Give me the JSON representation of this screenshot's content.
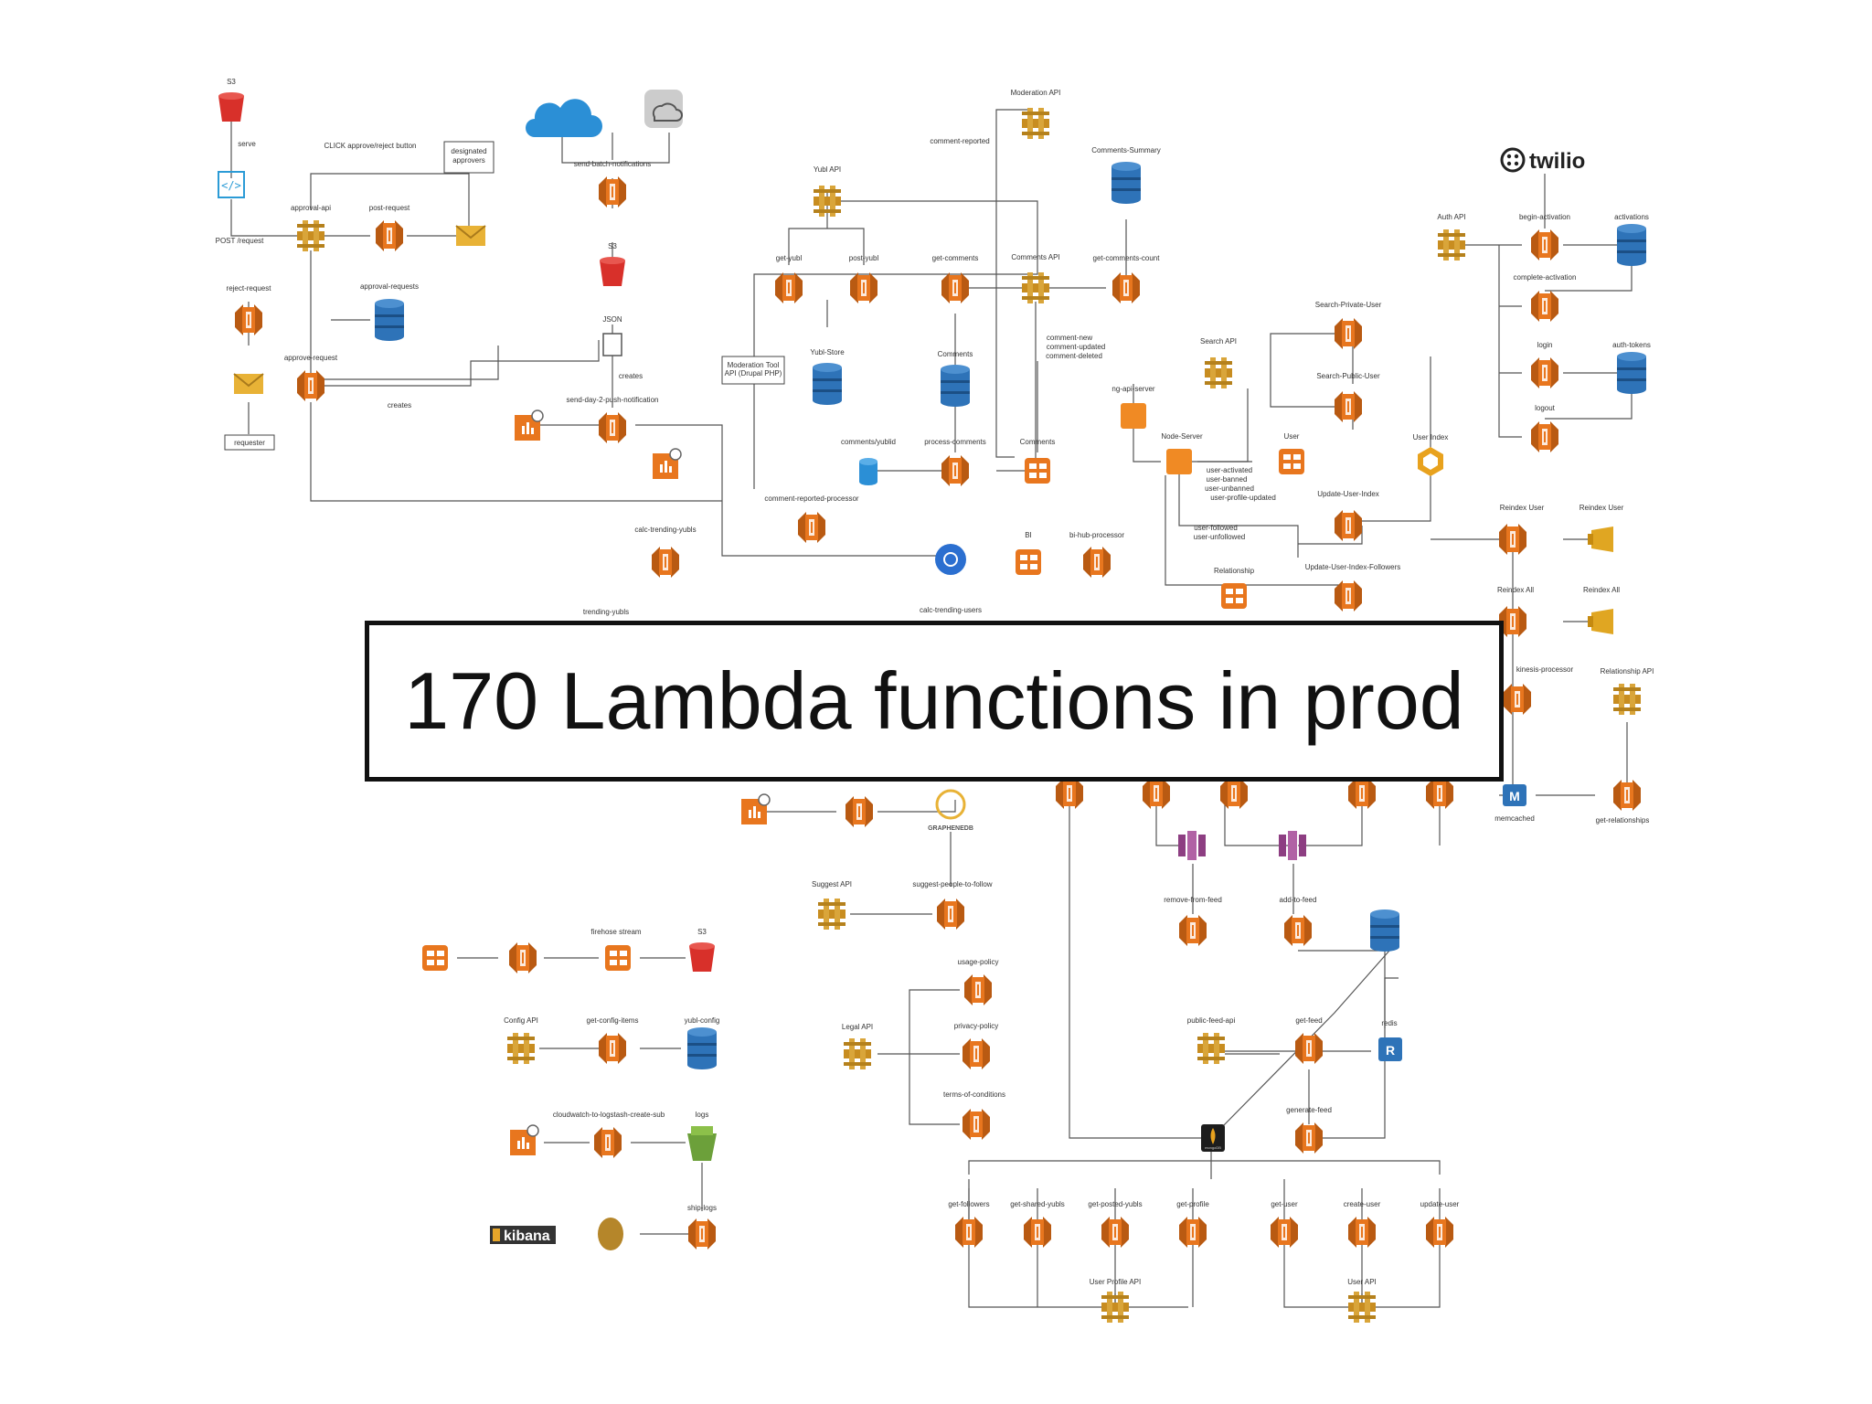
{
  "overlay": {
    "caption": "170 Lambda functions in prod"
  },
  "brands": {
    "twilio": "twilio",
    "kibana": "kibana",
    "graphene": "GRAPHENEDB",
    "mongodb": "mongoDB"
  },
  "colors": {
    "lambda": "#e8761e",
    "gateway": "#d39b2a",
    "dynamo": "#2e73b8",
    "s3": "#d8302a",
    "kinesis": "#a34f94",
    "cloud": "#2b8fd6",
    "events": "#e8761e"
  },
  "labels": [
    {
      "id": "s3-top",
      "text": "S3"
    },
    {
      "id": "serve",
      "text": "serve"
    },
    {
      "id": "click-approve",
      "text": "CLICK approve/reject button"
    },
    {
      "id": "designated",
      "text": "designated"
    },
    {
      "id": "approvers",
      "text": "approvers"
    },
    {
      "id": "approval-api",
      "text": "approval-api"
    },
    {
      "id": "post-request",
      "text": "post-request"
    },
    {
      "id": "post-request-method",
      "text": "POST /request"
    },
    {
      "id": "reject-request",
      "text": "reject-request"
    },
    {
      "id": "approval-requests",
      "text": "approval-requests"
    },
    {
      "id": "approve-request",
      "text": "approve-request"
    },
    {
      "id": "creates-1",
      "text": "creates"
    },
    {
      "id": "requester",
      "text": "requester"
    },
    {
      "id": "send-batch",
      "text": "send-batch-notifications"
    },
    {
      "id": "s3-mid",
      "text": "S3"
    },
    {
      "id": "json",
      "text": "JSON"
    },
    {
      "id": "creates-2",
      "text": "creates"
    },
    {
      "id": "send-day2",
      "text": "send-day-2-push-notification"
    },
    {
      "id": "calc-trending-yubls",
      "text": "calc-trending-yubls"
    },
    {
      "id": "trending-yubls",
      "text": "trending-yubls"
    },
    {
      "id": "moderation-tool-1",
      "text": "Moderation Tool"
    },
    {
      "id": "moderation-tool-2",
      "text": "API (Drupal PHP)"
    },
    {
      "id": "yubl-api",
      "text": "Yubl API"
    },
    {
      "id": "get-yubl",
      "text": "get-yubl"
    },
    {
      "id": "post-yubl",
      "text": "post-yubl"
    },
    {
      "id": "yubl-store",
      "text": "Yubl-Store"
    },
    {
      "id": "moderation-api",
      "text": "Moderation API"
    },
    {
      "id": "comment-reported",
      "text": "comment-reported"
    },
    {
      "id": "comments-summary",
      "text": "Comments-Summary"
    },
    {
      "id": "get-comments",
      "text": "get-comments"
    },
    {
      "id": "comments-api",
      "text": "Comments API"
    },
    {
      "id": "get-comments-count",
      "text": "get-comments-count"
    },
    {
      "id": "comments-table",
      "text": "Comments"
    },
    {
      "id": "comment-new",
      "text": "comment-new"
    },
    {
      "id": "comment-updated",
      "text": "comment-updated"
    },
    {
      "id": "comment-deleted",
      "text": "comment-deleted"
    },
    {
      "id": "comments-yublid",
      "text": "comments/yublid"
    },
    {
      "id": "process-comments",
      "text": "process-comments"
    },
    {
      "id": "comments-stream",
      "text": "Comments"
    },
    {
      "id": "comment-reported-processor",
      "text": "comment-reported-processor"
    },
    {
      "id": "bi",
      "text": "BI"
    },
    {
      "id": "bi-hub-processor",
      "text": "bi-hub-processor"
    },
    {
      "id": "calc-trending-users",
      "text": "calc-trending-users"
    },
    {
      "id": "search-api",
      "text": "Search API"
    },
    {
      "id": "ng-api-server",
      "text": "ng-api-server"
    },
    {
      "id": "node-server",
      "text": "Node-Server"
    },
    {
      "id": "user-activated",
      "text": "user-activated"
    },
    {
      "id": "user-banned",
      "text": "user-banned"
    },
    {
      "id": "user-unbanned",
      "text": "user-unbanned"
    },
    {
      "id": "user-profile-updated",
      "text": "user-profile-updated"
    },
    {
      "id": "user-followed",
      "text": "user-followed"
    },
    {
      "id": "user-unfollowed",
      "text": "user-unfollowed"
    },
    {
      "id": "user-stream",
      "text": "User"
    },
    {
      "id": "relationship",
      "text": "Relationship"
    },
    {
      "id": "search-private-user",
      "text": "Search-Private-User"
    },
    {
      "id": "search-public-user",
      "text": "Search-Public-User"
    },
    {
      "id": "update-user-index",
      "text": "Update-User-Index"
    },
    {
      "id": "update-user-index-followers",
      "text": "Update-User-Index-Followers"
    },
    {
      "id": "user-index",
      "text": "User Index"
    },
    {
      "id": "auth-api",
      "text": "Auth API"
    },
    {
      "id": "begin-activation",
      "text": "begin-activation"
    },
    {
      "id": "activations",
      "text": "activations"
    },
    {
      "id": "complete-activation",
      "text": "complete-activation"
    },
    {
      "id": "login",
      "text": "login"
    },
    {
      "id": "auth-tokens",
      "text": "auth-tokens"
    },
    {
      "id": "logout",
      "text": "logout"
    },
    {
      "id": "reindex-user-1",
      "text": "Reindex User"
    },
    {
      "id": "reindex-user-2",
      "text": "Reindex User"
    },
    {
      "id": "reindex-all-1",
      "text": "Reindex All"
    },
    {
      "id": "reindex-all-2",
      "text": "Reindex All"
    },
    {
      "id": "kinesis-processor",
      "text": "kinesis-processor"
    },
    {
      "id": "relationship-api",
      "text": "Relationship API"
    },
    {
      "id": "memcached",
      "text": "memcached"
    },
    {
      "id": "get-relationships",
      "text": "get-relationships"
    },
    {
      "id": "remove-from-feed",
      "text": "remove-from-feed"
    },
    {
      "id": "add-to-feed",
      "text": "add-to-feed"
    },
    {
      "id": "suggest-api",
      "text": "Suggest API"
    },
    {
      "id": "suggest-people",
      "text": "suggest-people-to-follow"
    },
    {
      "id": "firehose-stream",
      "text": "firehose stream"
    },
    {
      "id": "s3-bottom",
      "text": "S3"
    },
    {
      "id": "config-api",
      "text": "Config API"
    },
    {
      "id": "get-config-items",
      "text": "get-config-items"
    },
    {
      "id": "yubl-config",
      "text": "yubl-config"
    },
    {
      "id": "cloudwatch-logstash",
      "text": "cloudwatch-to-logstash-create-sub"
    },
    {
      "id": "logs",
      "text": "logs"
    },
    {
      "id": "ship-logs",
      "text": "ship-logs"
    },
    {
      "id": "legal-api",
      "text": "Legal API"
    },
    {
      "id": "usage-policy",
      "text": "usage-policy"
    },
    {
      "id": "privacy-policy",
      "text": "privacy-policy"
    },
    {
      "id": "terms-of-conditions",
      "text": "terms-of-conditions"
    },
    {
      "id": "public-feed-api",
      "text": "public-feed-api"
    },
    {
      "id": "get-feed",
      "text": "get-feed"
    },
    {
      "id": "redis",
      "text": "redis"
    },
    {
      "id": "generate-feed",
      "text": "generate-feed"
    },
    {
      "id": "get-followers",
      "text": "get-followers"
    },
    {
      "id": "get-shared-yubls",
      "text": "get-shared-yubls"
    },
    {
      "id": "get-posted-yubls",
      "text": "get-posted-yubls"
    },
    {
      "id": "get-profile",
      "text": "get-profile"
    },
    {
      "id": "user-profile-api",
      "text": "User Profile API"
    },
    {
      "id": "get-user",
      "text": "get-user"
    },
    {
      "id": "create-user",
      "text": "create-user"
    },
    {
      "id": "update-user",
      "text": "update-user"
    },
    {
      "id": "user-api",
      "text": "User API"
    }
  ]
}
